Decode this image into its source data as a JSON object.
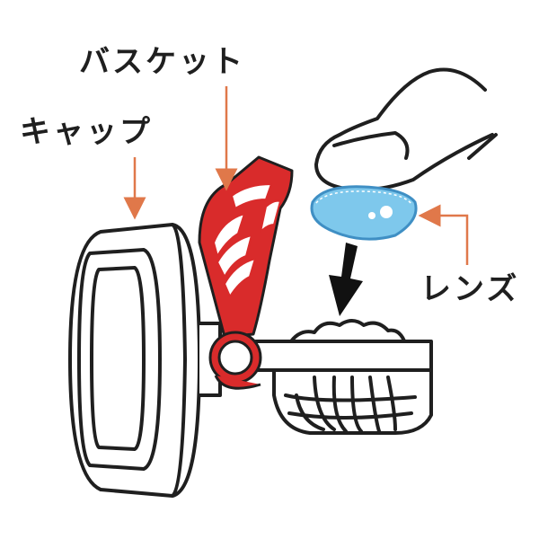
{
  "labels": {
    "basket": "バスケット",
    "cap": "キャップ",
    "lens": "レンズ"
  },
  "colors": {
    "outline": "#1f1f1f",
    "basket_red": "#d92b2b",
    "arrow_orange": "#e0784a",
    "lens_blue": "#7ec8ec",
    "lens_edge": "#3f8fc4"
  },
  "icons": [
    "finger-icon",
    "contact-lens-icon",
    "down-arrow-icon"
  ]
}
